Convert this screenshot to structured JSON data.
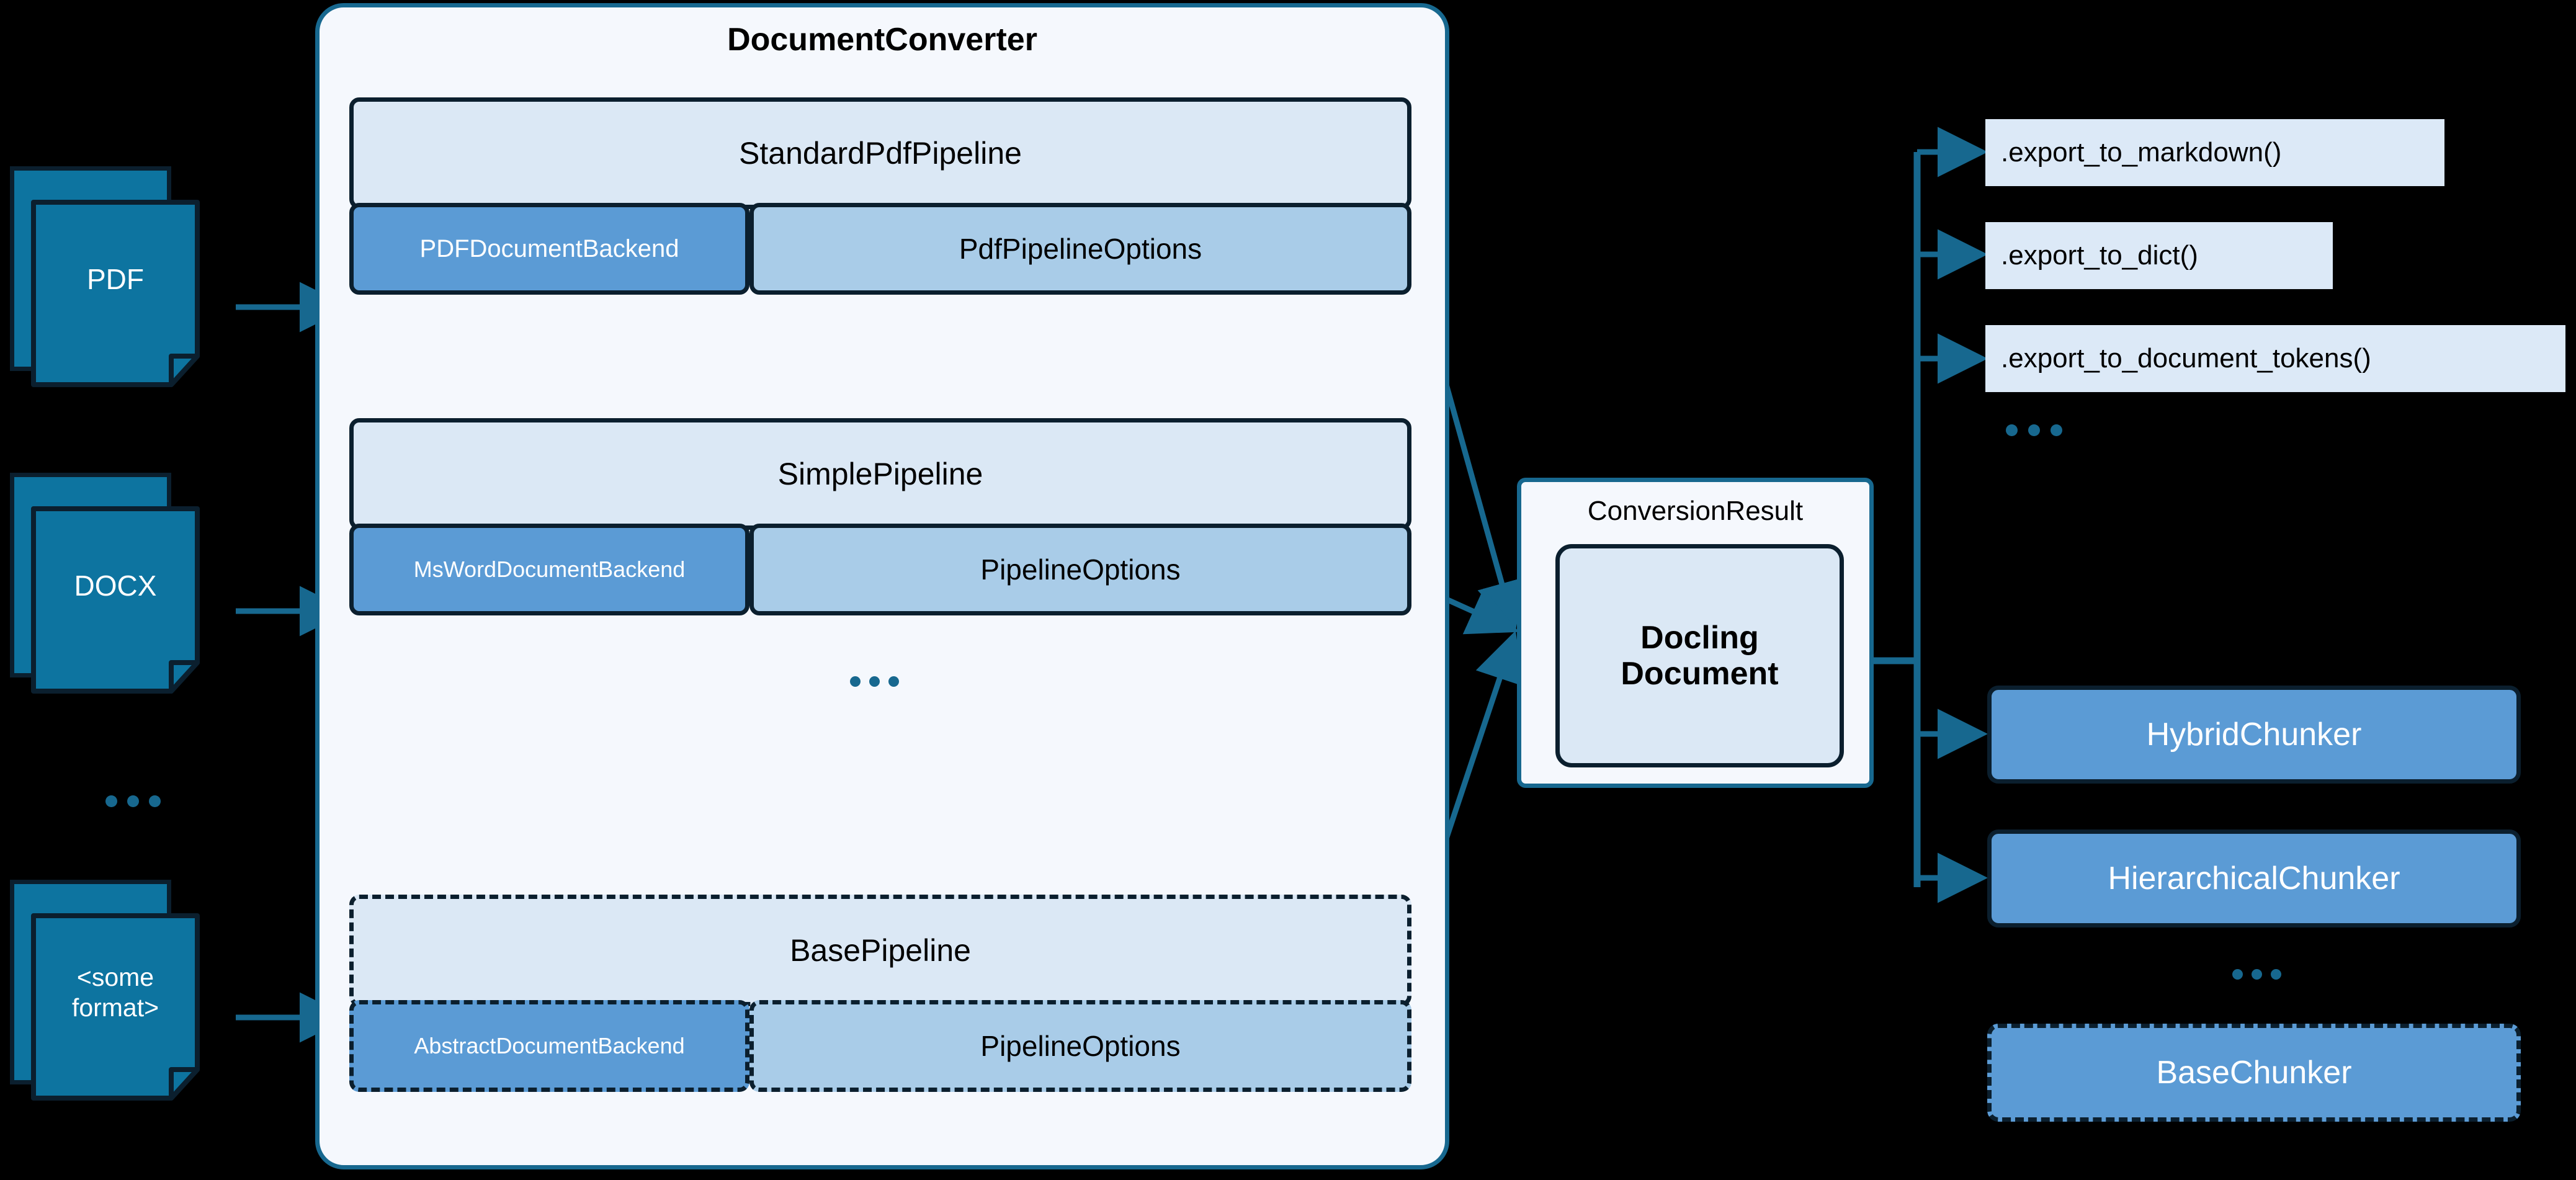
{
  "diagram": {
    "title": "Docling DocumentConverter architecture",
    "colors": {
      "background": "#000000",
      "panel_fill": "#f5f8fd",
      "panel_border": "#17688f",
      "doc_icon_fill": "#0d74a0",
      "doc_icon_border": "#0b1f2e",
      "pipeline_head_fill": "#dbe8f5",
      "backend_fill": "#5b9bd5",
      "options_fill": "#a9cce8",
      "export_fill": "#dce9f7",
      "arrow": "#17688f",
      "box_border": "#0b1f2e"
    }
  },
  "inputs": [
    {
      "label": "PDF",
      "multiline": false
    },
    {
      "label": "DOCX",
      "multiline": false
    },
    {
      "label_line1": "<some",
      "label_line2": "format>",
      "multiline": true
    }
  ],
  "input_ellipsis": "...",
  "converter": {
    "title": "DocumentConverter",
    "pipelines": [
      {
        "name": "StandardPdfPipeline",
        "backend": "PDFDocumentBackend",
        "options": "PdfPipelineOptions",
        "abstract": false
      },
      {
        "name": "SimplePipeline",
        "backend": "MsWordDocumentBackend",
        "options": "PipelineOptions",
        "abstract": false
      },
      {
        "name": "BasePipeline",
        "backend": "AbstractDocumentBackend",
        "options": "PipelineOptions",
        "abstract": true
      }
    ],
    "pipeline_ellipsis": "..."
  },
  "result": {
    "title": "ConversionResult",
    "document_line1": "Docling",
    "document_line2": "Document"
  },
  "exports": [
    {
      "label": ".export_to_markdown()"
    },
    {
      "label": ".export_to_dict()"
    },
    {
      "label": ".export_to_document_tokens()"
    }
  ],
  "export_ellipsis": "...",
  "chunkers": [
    {
      "label": "HybridChunker",
      "abstract": false
    },
    {
      "label": "HierarchicalChunker",
      "abstract": false
    },
    {
      "label": "BaseChunker",
      "abstract": true
    }
  ],
  "chunker_ellipsis": "..."
}
